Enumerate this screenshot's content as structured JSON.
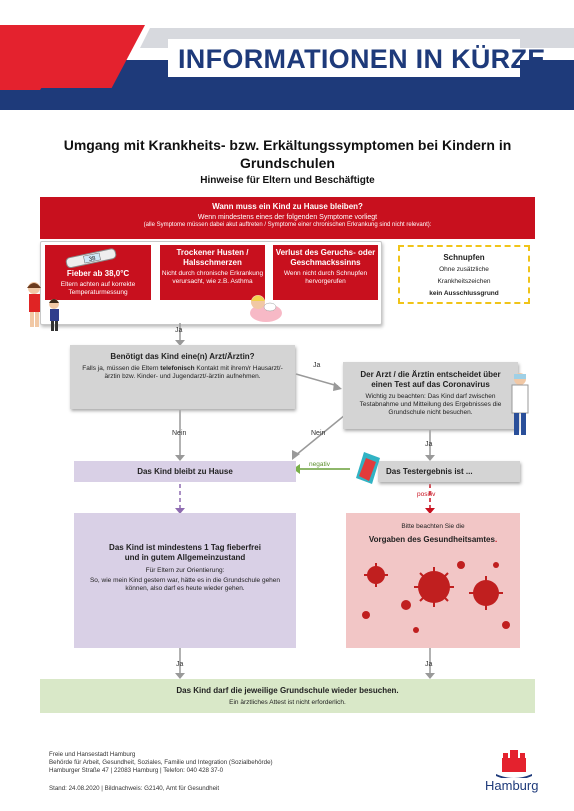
{
  "header": {
    "title": "INFORMATIONEN IN KÜRZE",
    "colors": {
      "red": "#e4222e",
      "navy": "#1e3a7a",
      "grey": "#d7d9de"
    }
  },
  "heading": {
    "title": "Umgang mit Krankheits- bzw. Erkältungssymptomen bei Kindern in Grundschulen",
    "subtitle": "Hinweise für Eltern und Beschäftigte"
  },
  "question": {
    "title": "Wann muss ein Kind zu Hause bleiben?",
    "line1": "Wenn mindestens eines der folgenden Symptome vorliegt",
    "line2": "(alle Symptome müssen dabei akut auftreten / Symptome einer chronischen Erkrankung sind nicht relevant):"
  },
  "symptoms": [
    {
      "title": "Fieber ab 38,0°C",
      "desc": "Eltern achten auf korrekte Temperaturmessung"
    },
    {
      "title": "Trockener Husten / Halsschmerzen",
      "desc": "Nicht durch chronische Erkrankung verursacht, wie z.B. Asthma"
    },
    {
      "title": "Verlust des Geruchs- oder Geschmackssinns",
      "desc": "Wenn nicht durch Schnupfen hervorgerufen"
    }
  ],
  "thermometer": {
    "reading": "38"
  },
  "schnupfen": {
    "title": "Schnupfen",
    "line1": "Ohne zusätzliche",
    "line2": "Krankheitszeichen",
    "line3": "kein Ausschlussgrund"
  },
  "doctor_q": {
    "title": "Benötigt das Kind eine(n) Arzt/Ärztin?",
    "text_a": "Falls ja, müssen die Eltern ",
    "text_bold": "telefonisch",
    "text_b": " Kontakt mit ihrem/r Hausarzt/-ärztin bzw. Kinder- und Jugendarzt/-ärztin aufnehmen."
  },
  "test_box": {
    "title": "Der Arzt / die Ärztin entscheidet über einen Test auf das Coronavirus",
    "text": "Wichtig zu beachten: Das Kind darf zwischen Testabnahme und Mitteilung des Ergebnisses die Grundschule nicht besuchen."
  },
  "stay_home": "Das Kind bleibt zu Hause",
  "result": "Das Testergebnis ist ...",
  "fever_free": {
    "title": "Das Kind ist mindestens 1 Tag fieberfrei und in gutem Allgemeinzustand",
    "orient": "Für Eltern zur Orientierung:",
    "text": "So, wie mein Kind gestern war, hätte es in die Grundschule gehen können, also darf es heute wieder gehen."
  },
  "positive_box": {
    "line1": "Bitte beachten Sie die",
    "line2": "Vorgaben des Gesundheitsamtes",
    "dot": "."
  },
  "labels": {
    "ja": "Ja",
    "nein": "Nein",
    "negativ": "negativ",
    "positiv": "positiv"
  },
  "final": {
    "title": "Das Kind darf die jeweilige Grundschule wieder besuchen.",
    "text": "Ein ärztliches Attest ist nicht erforderlich."
  },
  "footer": {
    "line1": "Freie und Hansestadt Hamburg",
    "line2": "Behörde für Arbeit, Gesundheit, Soziales, Familie und Integration (Sozialbehörde)",
    "line3": "Hamburger Straße 47 | 22083 Hamburg | Telefon: 040 428 37-0",
    "line4": "Stand: 24.08.2020 | Bildnachweis: G2140, Amt für Gesundheit",
    "logo": "Hamburg"
  }
}
